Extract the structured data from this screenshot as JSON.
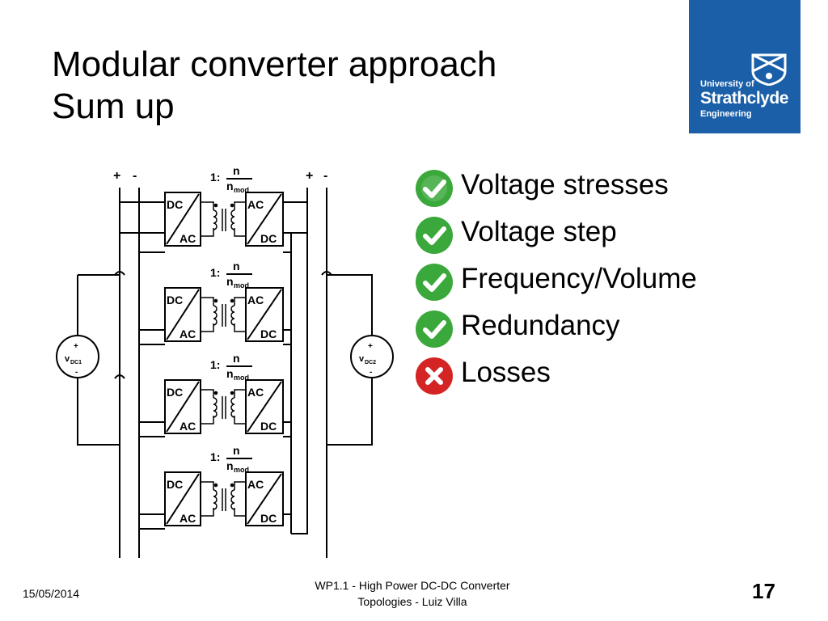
{
  "slide": {
    "title_line1": "Modular converter approach",
    "title_line2": "Sum up"
  },
  "logo": {
    "line1": "University of",
    "line2": "Strathclyde",
    "line3": "Engineering",
    "background": "#1b5fa8",
    "icon": "university-crest-icon"
  },
  "bullets": [
    {
      "text": "Voltage stresses",
      "status": "check",
      "icon": "checkmark-icon"
    },
    {
      "text": "Voltage step",
      "status": "check",
      "icon": "checkmark-icon"
    },
    {
      "text": "Frequency/Volume",
      "status": "check",
      "icon": "checkmark-icon"
    },
    {
      "text": "Redundancy",
      "status": "check",
      "icon": "checkmark-icon"
    },
    {
      "text": "Losses",
      "status": "cross",
      "icon": "cross-icon"
    }
  ],
  "colors": {
    "check": "#3aa83a",
    "cross": "#d42424"
  },
  "diagram": {
    "ratio_prefix": "1:",
    "ratio_num": "n",
    "ratio_den": "n",
    "ratio_den_sub": "mod",
    "plus": "+",
    "minus": "-",
    "source1_label": "v",
    "source1_sub": "DC1",
    "source2_label": "v",
    "source2_sub": "DC2",
    "module_left_top": "DC",
    "module_left_bottom": "AC",
    "module_right_top": "AC",
    "module_right_bottom": "DC"
  },
  "footer": {
    "date": "15/05/2014",
    "center_line1": "WP1.1 - High Power DC-DC Converter",
    "center_line2": "Topologies - Luiz Villa",
    "page": "17"
  }
}
